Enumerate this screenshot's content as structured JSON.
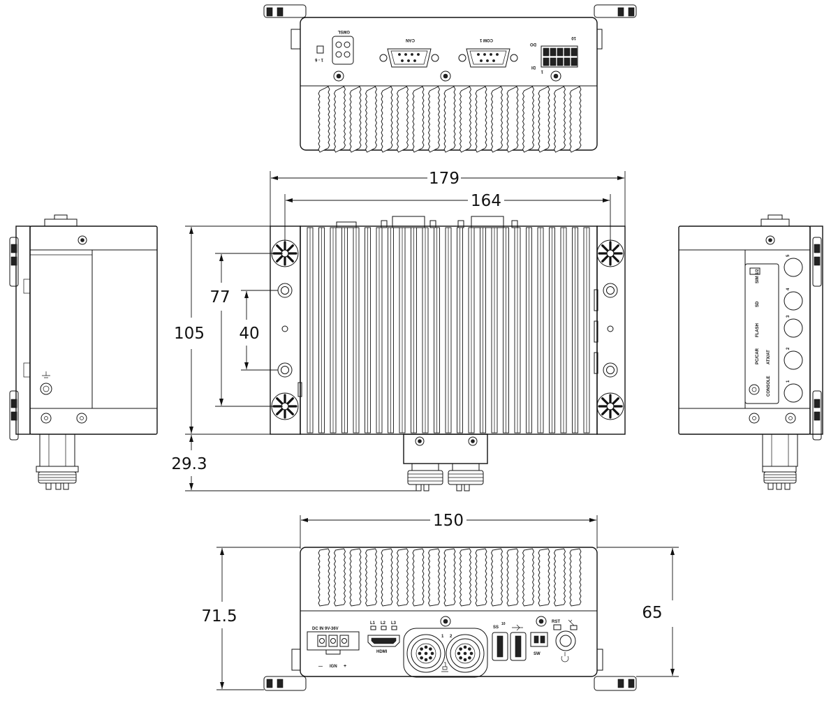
{
  "dimensions": {
    "width_overall": "179",
    "width_mount": "164",
    "height_front": "105",
    "hole_spacing_outer": "77",
    "hole_spacing_inner": "40",
    "connector_protrusion": "29.3",
    "width_body": "150",
    "depth_overall": "71.5",
    "depth_body": "65"
  },
  "top_view": {
    "power_label": "1 - 6",
    "gmsl_label": "GMSL",
    "can_label": "CAN",
    "com_label": "COM 1",
    "dio_label_do": "DO",
    "dio_label_di": "DI",
    "dio_pin_1": "1",
    "dio_pin_10": "10"
  },
  "right_view": {
    "slot_labels": [
      "SIM 1/2",
      "SD",
      "FLASH",
      "PC/CAR",
      "ATX/AT",
      "CONSOLE"
    ],
    "antenna_labels": [
      "5",
      "4",
      "3",
      "2",
      "1"
    ]
  },
  "bottom_view": {
    "dc_in_label": "DC IN 9V-36V",
    "ign_label": "IGN",
    "minus_label": "—",
    "plus_label": "+",
    "led_labels": [
      "L1",
      "L2",
      "L3"
    ],
    "hdmi_label": "HDMI",
    "lan1_label": "1",
    "lan2_label": "2",
    "usb3_label": "SS",
    "usb3_super": "10",
    "rst_label": "RST",
    "sw_label": "SW"
  },
  "colors": {
    "line": "#111111",
    "background": "#ffffff",
    "fill_dark": "#222222"
  }
}
